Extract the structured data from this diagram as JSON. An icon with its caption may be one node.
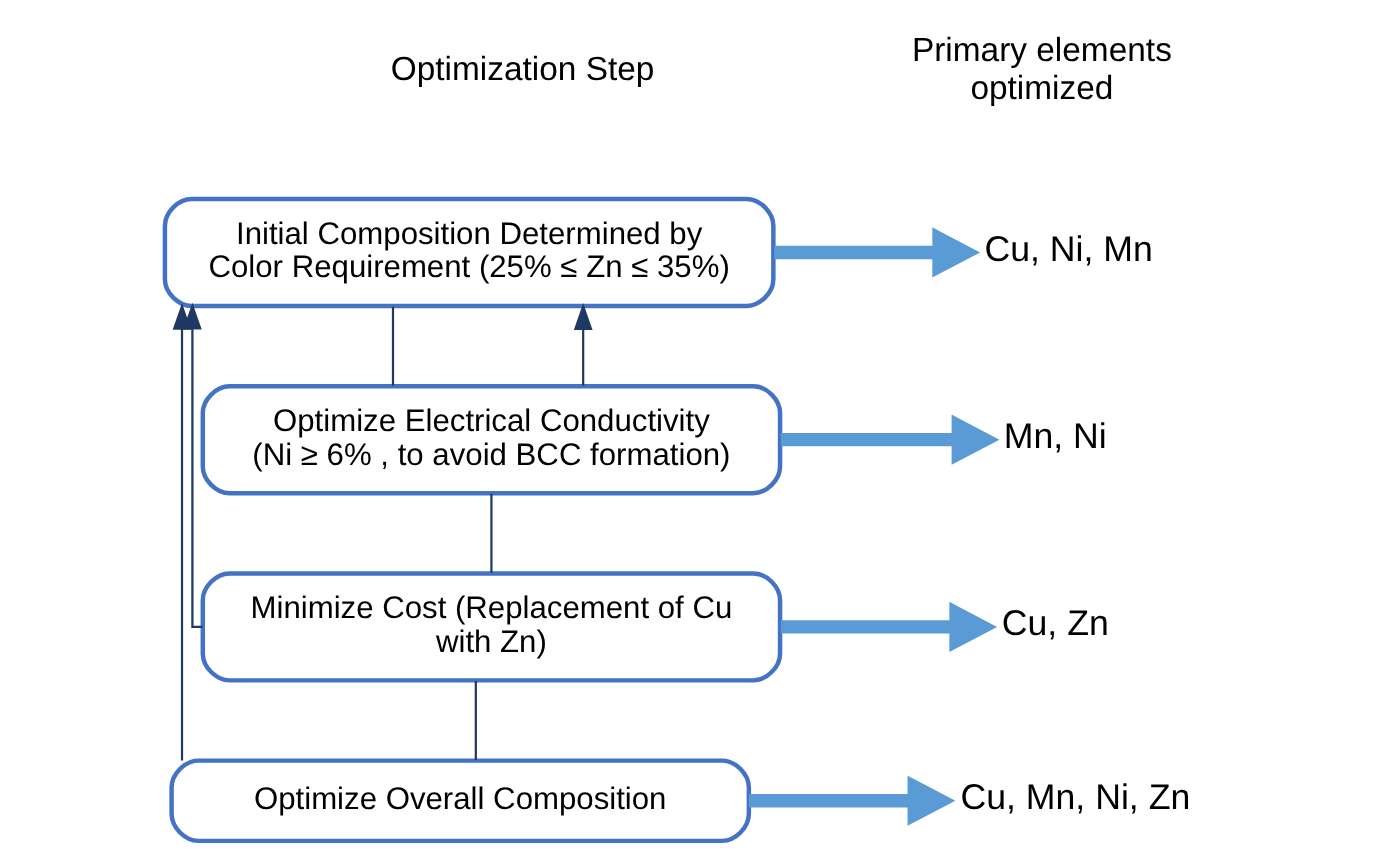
{
  "diagram": {
    "nodes": [
      {
        "text": [
          "Initial Composition Determined by Color Requirement (25% ≤ Zn ≤ 35%)"
        ]
      },
      {
        "text": [
          "Cu, Ni, Mn"
        ]
      },
      {
        "text": [
          "Optimize Electrical Conductivity (Ni ≥ 6% , to avoid BCC formation)"
        ]
      },
      {
        "text": [
          "Mn, Ni"
        ]
      },
      {
        "text": [
          "Minimize Cost (Replacement of Cu with Zn)"
        ]
      },
      {
        "text": [
          "Cu, Zn"
        ]
      },
      {
        "text": [
          "Optimize Overall Composition"
        ]
      },
      {
        "text": [
          "Cu, Mn, Ni, Zn"
        ]
      }
    ],
    "edges": [
      {
        "from": 0,
        "to": 2,
        "arrow": "none"
      },
      {
        "from": 2,
        "to": 4,
        "arrow": "none"
      },
      {
        "from": 4,
        "to": 6,
        "arrow": "none"
      },
      {
        "from": 2,
        "to": 0,
        "arrow": "to"
      },
      {
        "from": 4,
        "to": 0,
        "arrow": "to"
      },
      {
        "from": 6,
        "to": 0,
        "arrow": "to"
      },
      {
        "from": 0,
        "to": 1,
        "arrow": "to",
        "style": "thick",
        "color": "#5b9bd5"
      },
      {
        "from": 2,
        "to": 3,
        "arrow": "to",
        "style": "thick",
        "color": "#5b9bd5"
      },
      {
        "from": 4,
        "to": 5,
        "arrow": "to",
        "style": "thick",
        "color": "#5b9bd5"
      },
      {
        "from": 6,
        "to": 7,
        "arrow": "to",
        "style": "thick",
        "color": "#5b9bd5"
      }
    ],
    "labels": [
      "Optimization Step",
      "Primary elements optimized"
    ]
  }
}
